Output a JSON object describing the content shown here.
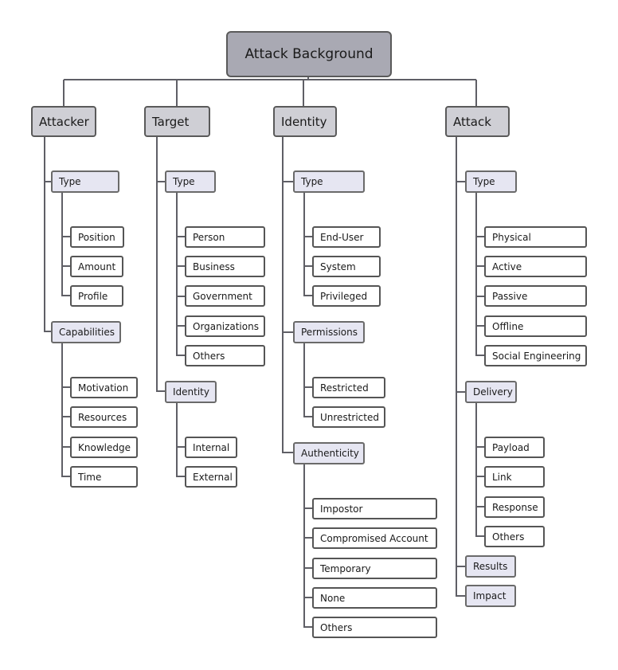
{
  "diagram": {
    "root": "Attack Background",
    "attacker": {
      "label": "Attacker",
      "type": {
        "label": "Type",
        "items": [
          "Position",
          "Amount",
          "Profile"
        ]
      },
      "capabilities": {
        "label": "Capabilities",
        "items": [
          "Motivation",
          "Resources",
          "Knowledge",
          "Time"
        ]
      }
    },
    "target": {
      "label": "Target",
      "type": {
        "label": "Type",
        "items": [
          "Person",
          "Business",
          "Government",
          "Organizations",
          "Others"
        ]
      },
      "identity": {
        "label": "Identity",
        "items": [
          "Internal",
          "External"
        ]
      }
    },
    "identity": {
      "label": "Identity",
      "type": {
        "label": "Type",
        "items": [
          "End-User",
          "System",
          "Privileged"
        ]
      },
      "permissions": {
        "label": "Permissions",
        "items": [
          "Restricted",
          "Unrestricted"
        ]
      },
      "authenticity": {
        "label": "Authenticity",
        "items": [
          "Impostor",
          "Compromised Account",
          "Temporary",
          "None",
          "Others"
        ]
      }
    },
    "attack": {
      "label": "Attack",
      "type": {
        "label": "Type",
        "items": [
          "Physical",
          "Active",
          "Passive",
          "Offline",
          "Social Engineering"
        ]
      },
      "delivery": {
        "label": "Delivery",
        "items": [
          "Payload",
          "Link",
          "Response",
          "Others"
        ]
      },
      "results": {
        "label": "Results"
      },
      "impact": {
        "label": "Impact"
      }
    }
  }
}
